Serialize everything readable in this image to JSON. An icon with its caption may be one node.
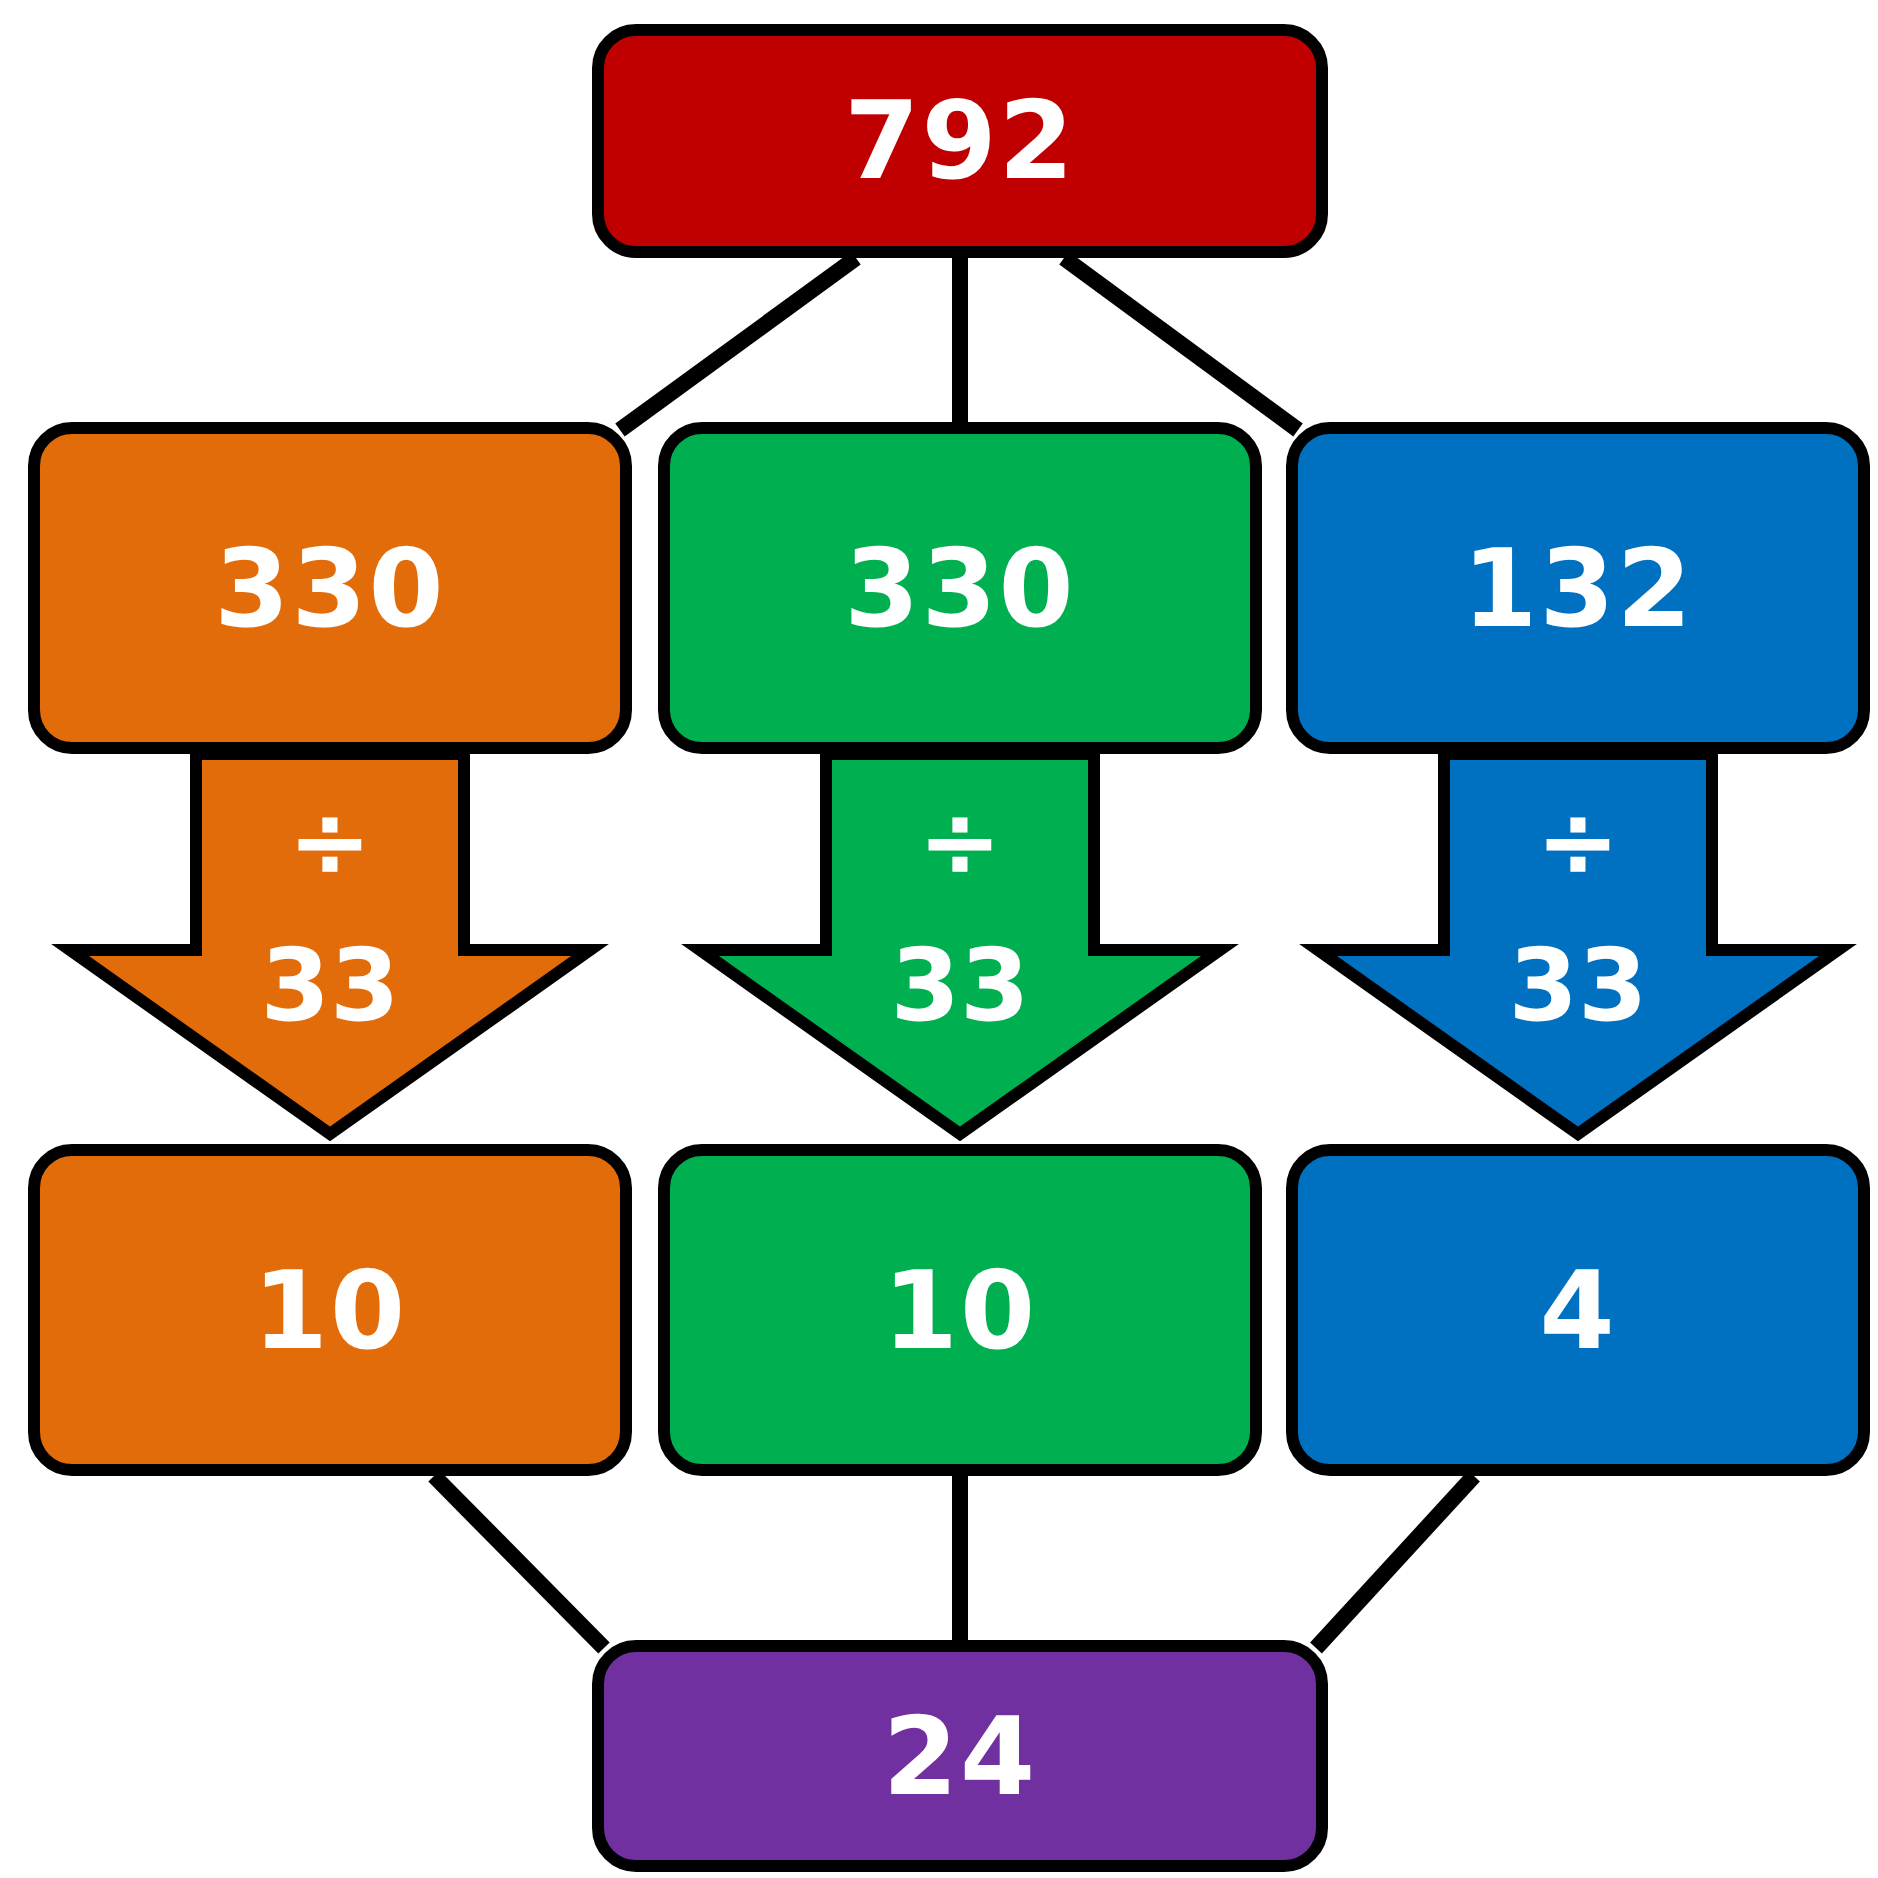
{
  "diagram": {
    "nodes": [
      {
        "text": [
          "792"
        ]
      },
      {
        "text": [
          "330"
        ]
      },
      {
        "text": [
          "330"
        ]
      },
      {
        "text": [
          "132"
        ]
      },
      {
        "text": [
          "10"
        ]
      },
      {
        "text": [
          "10"
        ]
      },
      {
        "text": [
          "4"
        ]
      },
      {
        "text": [
          "24"
        ]
      }
    ],
    "edges": [
      {
        "from": 0,
        "to": 1,
        "arrow": "none"
      },
      {
        "from": 0,
        "to": 2,
        "arrow": "none"
      },
      {
        "from": 0,
        "to": 3,
        "arrow": "none"
      },
      {
        "from": 1,
        "to": 4,
        "arrow": "to",
        "label": "÷ 33",
        "style": "thick",
        "color": "#e36c0a"
      },
      {
        "from": 2,
        "to": 5,
        "arrow": "to",
        "label": "÷ 33",
        "style": "thick",
        "color": "#00b050"
      },
      {
        "from": 3,
        "to": 6,
        "arrow": "to",
        "label": "÷ 33",
        "style": "thick",
        "color": "#0070c0"
      },
      {
        "from": 4,
        "to": 7,
        "arrow": "none"
      },
      {
        "from": 5,
        "to": 7,
        "arrow": "none"
      },
      {
        "from": 6,
        "to": 7,
        "arrow": "none"
      }
    ]
  }
}
